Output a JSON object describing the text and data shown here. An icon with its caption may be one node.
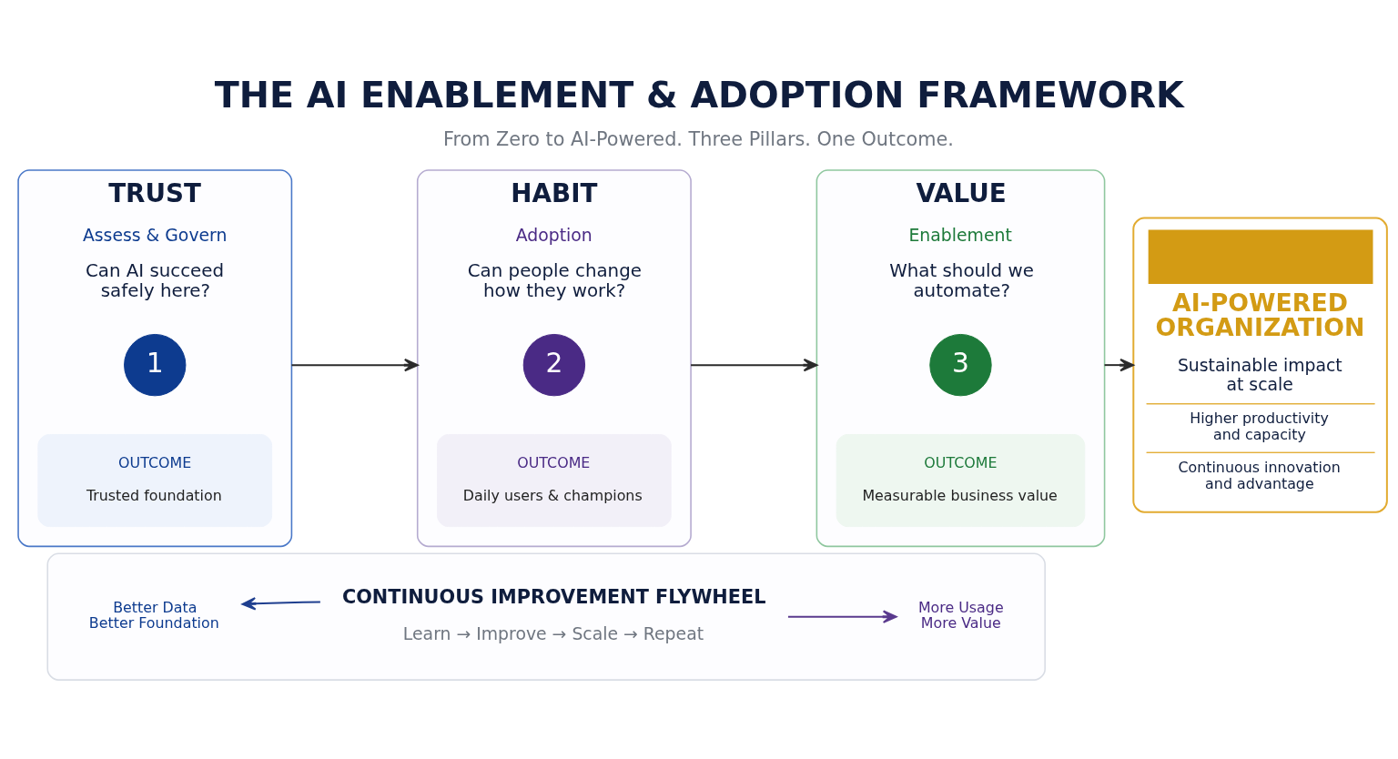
{
  "diagram": {
    "title": "THE AI ENABLEMENT & ADOPTION FRAMEWORK",
    "caption": "From Zero to AI-Powered. Three Pillars. One Outcome.",
    "nodes": [
      {
        "text": [
          "TRUST",
          "Assess & Govern",
          "Can AI succeed safely here?"
        ]
      },
      {
        "text": [
          "1"
        ],
        "in": 0
      },
      {
        "text": [
          "OUTCOME",
          "Trusted foundation"
        ],
        "in": 0
      },
      {
        "text": [
          "HABIT",
          "Adoption",
          "Can people change how they work?"
        ]
      },
      {
        "text": [
          "2"
        ],
        "in": 3
      },
      {
        "text": [
          "OUTCOME",
          "Daily users & champions"
        ],
        "in": 3
      },
      {
        "text": [
          "VALUE",
          "Enablement",
          "What should we automate?"
        ]
      },
      {
        "text": [
          "3"
        ],
        "in": 6
      },
      {
        "text": [
          "OUTCOME",
          "Measurable business value"
        ],
        "in": 6
      },
      {
        "text": [
          "AI-POWERED ORGANIZATION",
          "Sustainable impact at scale",
          "Higher productivity and capacity",
          "Continuous innovation and advantage"
        ]
      },
      {
        "text": [],
        "shape": "box"
      },
      {
        "text": [
          "Better Data Better Foundation"
        ],
        "in": 10
      },
      {
        "text": [
          "CONTINUOUS IMPROVEMENT FLYWHEEL",
          "Learn → Improve → Scale → Repeat"
        ],
        "in": 10
      },
      {
        "text": [
          "More Usage More Value"
        ],
        "in": 10
      }
    ],
    "edges": [
      {
        "from": 0,
        "to": 3,
        "arrow": "to"
      },
      {
        "from": 3,
        "to": 6,
        "arrow": "to"
      },
      {
        "from": 6,
        "to": 9,
        "arrow": "to"
      },
      {
        "from": 12,
        "to": 11,
        "arrow": "to",
        "color": "#1f3f8f"
      },
      {
        "from": 12,
        "to": 13,
        "arrow": "to",
        "color": "#5a3a8e"
      }
    ]
  }
}
